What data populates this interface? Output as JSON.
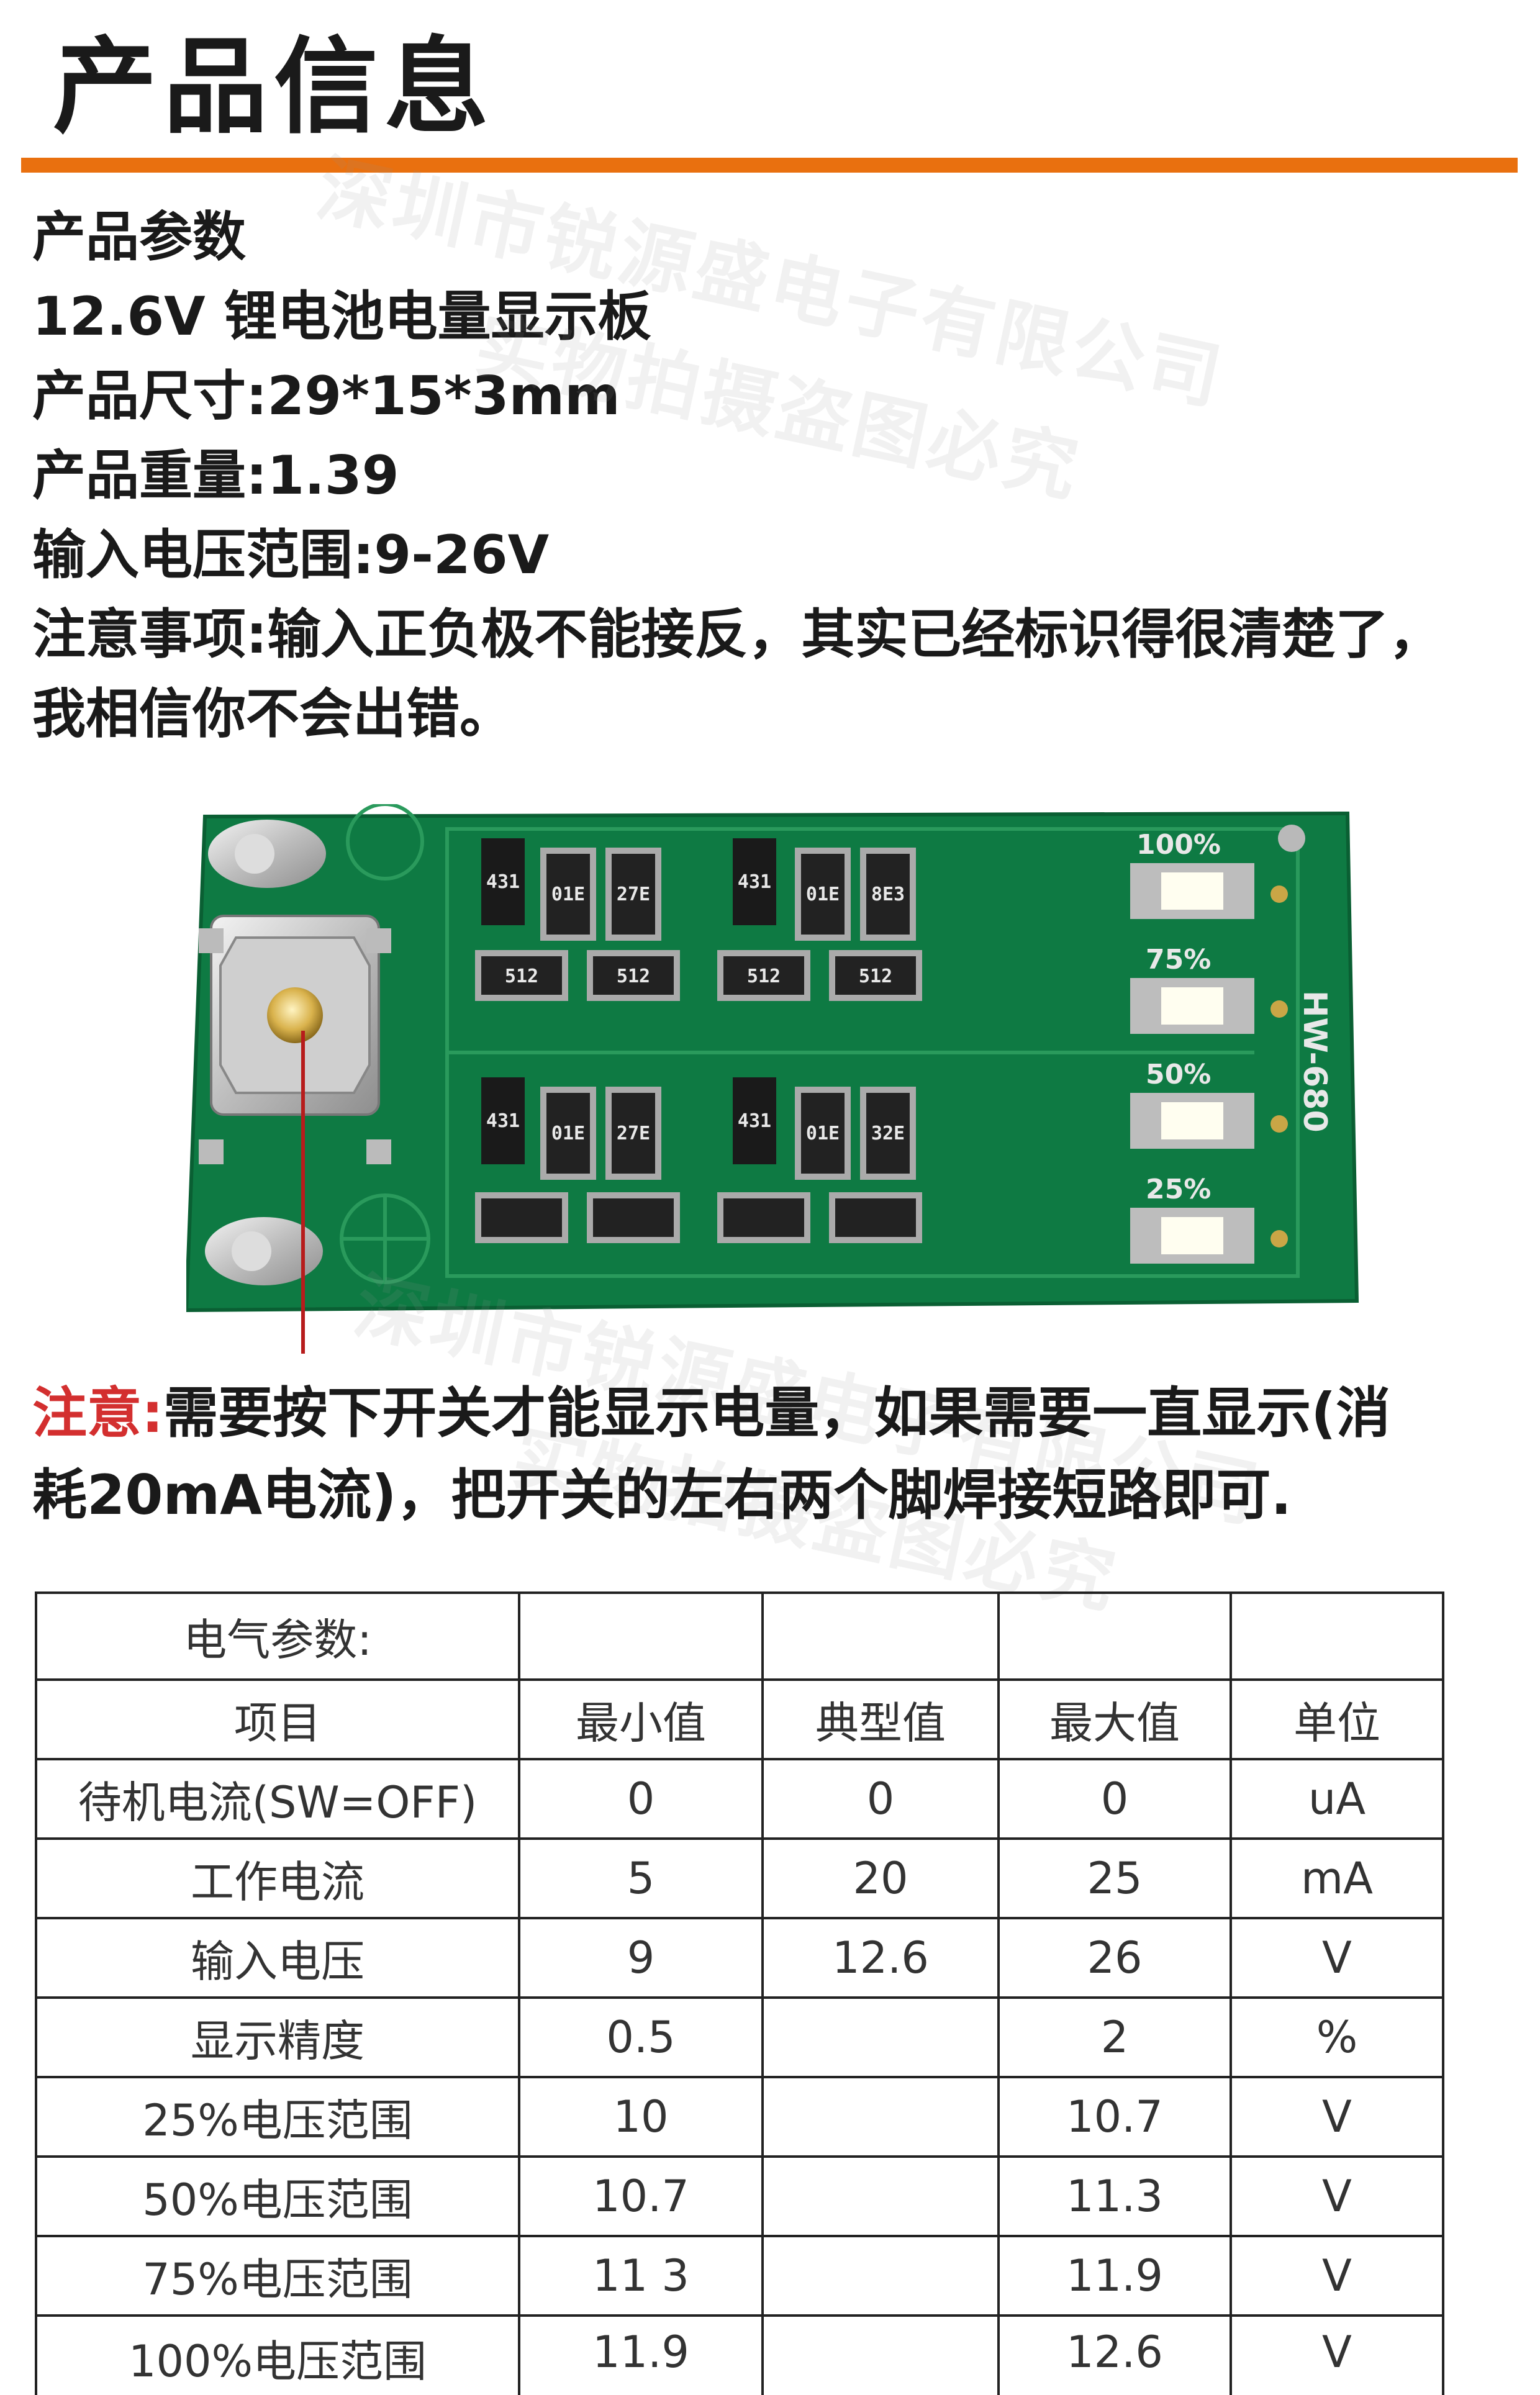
{
  "header": {
    "title": "产品信息"
  },
  "info": {
    "lines": [
      "产品参数",
      "12.6V 锂电池电量显示板",
      "产品尺寸:29*15*3mm",
      "产品重量:1.39",
      "输入电压范围:9-26V",
      "注意事项:输入正负极不能接反，其实已经标识得很清楚了，",
      "我相信你不会出错。"
    ]
  },
  "watermark": {
    "company": "深圳市锐源盛电子有限公司",
    "warning": "实物拍摄盗图必究"
  },
  "board": {
    "model": "HW-680",
    "led_labels": [
      "100%",
      "75%",
      "50%",
      "25%"
    ],
    "resistor_codes": [
      "01E",
      "27E",
      "01E",
      "8E3",
      "512",
      "512",
      "512",
      "512",
      "01E",
      "27E",
      "01E",
      "32E"
    ],
    "transistor_code": "431",
    "colors": {
      "pcb": "#0e7a43",
      "pcb_dark": "#0a5f33",
      "accent": "#e9700f",
      "callout": "#b71c1c"
    }
  },
  "note": {
    "label": "注意:",
    "text1": "需要按下开关才能显示电量，如果需要一直显示(消",
    "text2": "耗20mA电流)，把开关的左右两个脚焊接短路即可."
  },
  "table": {
    "caption": "电气参数:",
    "headers": [
      "项目",
      "最小值",
      "典型值",
      "最大值",
      "单位"
    ],
    "rows": [
      [
        "待机电流(SW=OFF)",
        "0",
        "0",
        "0",
        "uA"
      ],
      [
        "工作电流",
        "5",
        "20",
        "25",
        "mA"
      ],
      [
        "输入电压",
        "9",
        "12.6",
        "26",
        "V"
      ],
      [
        "显示精度",
        "0.5",
        "",
        "2",
        "%"
      ],
      [
        "25%电压范围",
        "10",
        "",
        "10.7",
        "V"
      ],
      [
        "50%电压范围",
        "10.7",
        "",
        "11.3",
        "V"
      ],
      [
        "75%电压范围",
        "11 3",
        "",
        "11.9",
        "V"
      ],
      [
        "100%电压范围",
        "11.9",
        "",
        "12.6",
        "V"
      ]
    ]
  }
}
